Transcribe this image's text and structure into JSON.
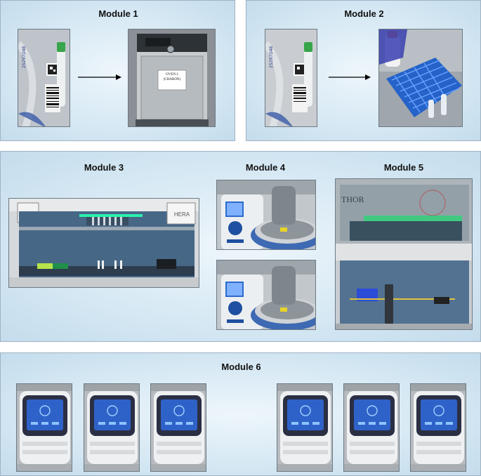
{
  "modules": {
    "m1": {
      "title": "Module 1"
    },
    "m2": {
      "title": "Module 2"
    },
    "m3": {
      "title": "Module 3"
    },
    "m4": {
      "title": "Module 4"
    },
    "m5": {
      "title": "Module 5"
    },
    "m6": {
      "title": "Module 6"
    }
  },
  "photos": {
    "oven_sign": "OVEN 2 (CHARON)",
    "hera_label": "HERA",
    "thor_label": "THOR"
  }
}
